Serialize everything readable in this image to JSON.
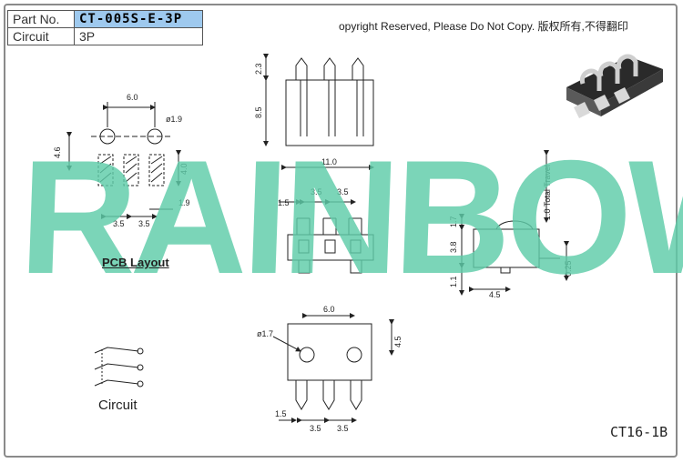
{
  "title_block": {
    "part_no_label": "Part No.",
    "part_no_value": "CT-005S-E-3P",
    "circuit_label": "Circuit",
    "circuit_value": "3P"
  },
  "copyright": "opyright Reserved, Please Do Not Copy. 版权所有,不得翻印",
  "watermark": "RAINBOW",
  "model_code": "CT16-1B",
  "labels": {
    "pcb_layout": "PCB Layout",
    "circuit": "Circuit"
  },
  "dimensions": {
    "pcb_hole_pitch": "6.0",
    "pcb_hole_dia": "ø1.9",
    "pcb_height": "4.6",
    "pcb_pad_length": "4.0",
    "pcb_pad_width": "1.9",
    "pcb_pitch_a": "3.5",
    "pcb_pitch_b": "3.5",
    "side_top": "2.3",
    "side_body": "8.5",
    "side_width": "11.0",
    "top_pin_offset": "1.5",
    "top_pitch_a": "3.5",
    "top_pitch_b": "3.5",
    "right_travel": "1.0 Total Travel",
    "right_a": "1.7",
    "right_b": "3.8",
    "right_c": "1.1",
    "right_d": "4.5",
    "right_e": "0.25",
    "bottom_pitch": "6.0",
    "bottom_hole": "ø1.7",
    "bottom_height": "4.5",
    "bottom_pin_offset": "1.5",
    "bottom_pitch_a": "3.5",
    "bottom_pitch_b": "3.5"
  }
}
